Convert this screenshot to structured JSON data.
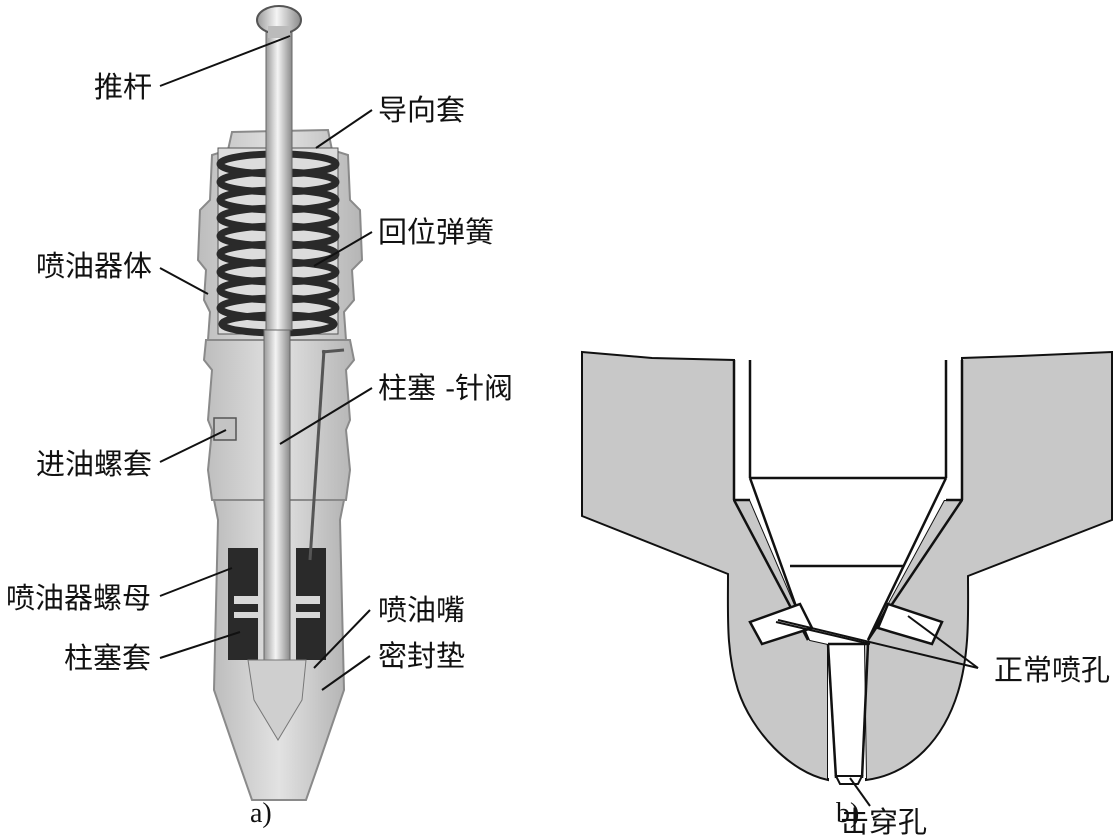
{
  "figure_a": {
    "caption": "a)",
    "labels": {
      "push_rod": "推杆",
      "guide_sleeve": "导向套",
      "return_spring": "回位弹簧",
      "injector_body": "喷油器体",
      "plunger_needle": "柱塞 -针阀",
      "inlet_screw": "进油螺套",
      "injector_nut": "喷油器螺母",
      "nozzle": "喷油嘴",
      "plunger_barrel": "柱塞套",
      "seal_gasket": "密封垫"
    }
  },
  "figure_b": {
    "caption": "b)",
    "labels": {
      "normal_holes": "正常喷孔",
      "punctured_hole": "击穿孔"
    }
  },
  "colors": {
    "body_gray": "#c8c8c8",
    "light_gray": "#dcdcdc",
    "dark": "#2a2a2a",
    "line": "#111111"
  }
}
